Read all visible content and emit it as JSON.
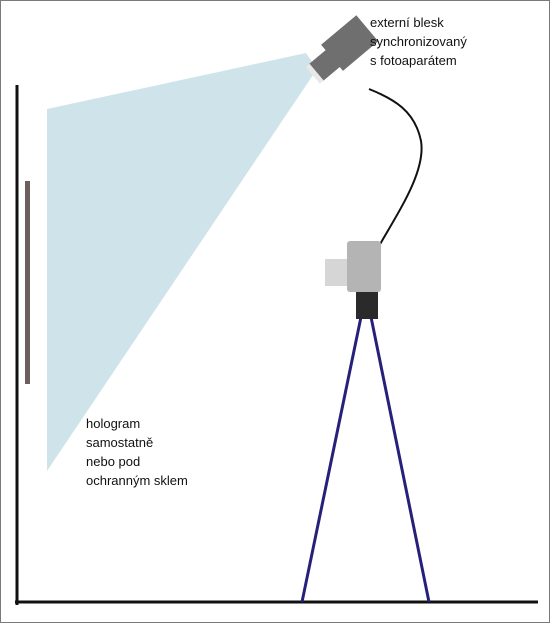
{
  "labels": {
    "flash": {
      "line1": "externí blesk",
      "line2": "synchronizovaný",
      "line3": "s fotoaparátem"
    },
    "hologram": {
      "line1": "hologram",
      "line2": "samostatně",
      "line3": "nebo pod",
      "line4": "ochranným sklem"
    }
  },
  "colors": {
    "background": "#ffffff",
    "light_beam": "#cfe4ea",
    "wall_and_floor": "#111111",
    "hologram_plate": "#6e5e5e",
    "flash_body": "#6f6f6f",
    "camera_body": "#b4b4b4",
    "camera_lens": "#d6d6d6",
    "tripod_head": "#2a2a2a",
    "tripod_legs": "#25217a",
    "sync_cable": "#111111"
  }
}
